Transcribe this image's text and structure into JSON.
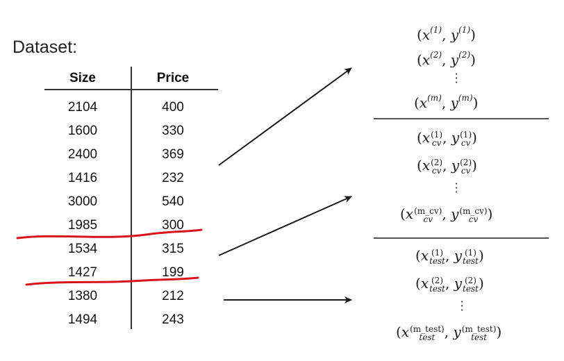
{
  "title": "Dataset:",
  "table": {
    "columns": [
      "Size",
      "Price"
    ],
    "rows": [
      {
        "size": "2104",
        "price": "400"
      },
      {
        "size": "1600",
        "price": "330"
      },
      {
        "size": "2400",
        "price": "369"
      },
      {
        "size": "1416",
        "price": "232"
      },
      {
        "size": "3000",
        "price": "540"
      },
      {
        "size": "1985",
        "price": "300"
      },
      {
        "size": "1534",
        "price": "315"
      },
      {
        "size": "1427",
        "price": "199"
      },
      {
        "size": "1380",
        "price": "212"
      },
      {
        "size": "1494",
        "price": "243"
      }
    ]
  },
  "splits": {
    "train": {
      "examples": [
        {
          "x": "x",
          "y": "y",
          "sup": "(1)",
          "sub": ""
        },
        {
          "x": "x",
          "y": "y",
          "sup": "(2)",
          "sub": ""
        },
        {
          "x": "x",
          "y": "y",
          "sup": "(m)",
          "sub": ""
        }
      ]
    },
    "cv": {
      "examples": [
        {
          "x": "x",
          "y": "y",
          "sup": "(1)",
          "sub": "cv"
        },
        {
          "x": "x",
          "y": "y",
          "sup": "(2)",
          "sub": "cv"
        },
        {
          "x": "x",
          "y": "y",
          "sup": "(m_cv)",
          "sub": "cv"
        }
      ]
    },
    "test": {
      "examples": [
        {
          "x": "x",
          "y": "y",
          "sup": "(1)",
          "sub": "test"
        },
        {
          "x": "x",
          "y": "y",
          "sup": "(2)",
          "sub": "test"
        },
        {
          "x": "x",
          "y": "y",
          "sup": "(m_test)",
          "sub": "test"
        }
      ]
    }
  },
  "colors": {
    "ink": "#1a1a1a",
    "red_annotation": "#d8141a"
  }
}
